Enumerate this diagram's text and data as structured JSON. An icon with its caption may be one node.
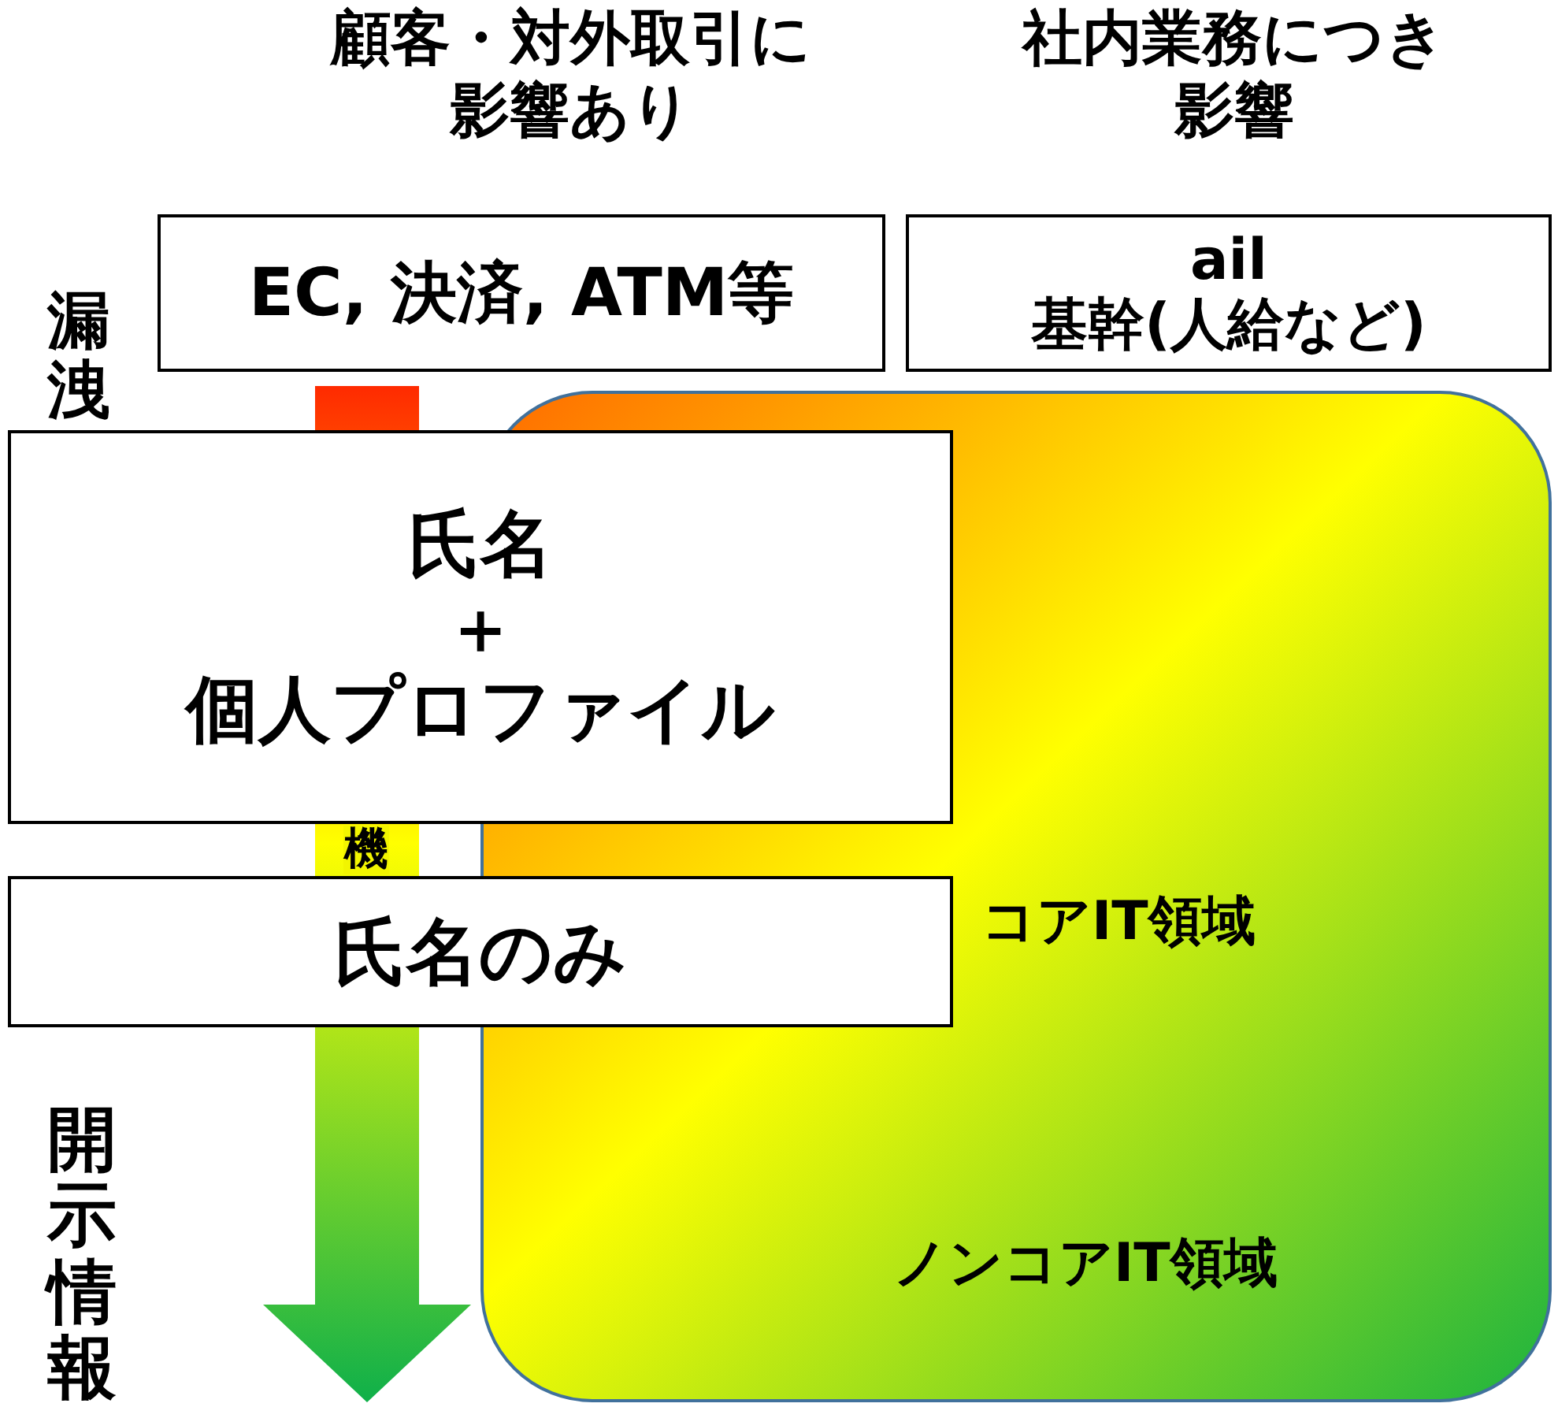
{
  "diagram": {
    "nodes": [
      {
        "text": [
          "EC, 決済, ATM等"
        ]
      },
      {
        "text": [
          "ail",
          "基幹(人給など)"
        ]
      },
      {
        "text": [
          "氏名",
          "＋",
          "個人プロファイル"
        ]
      },
      {
        "text": [
          "コアIT領域",
          "ノンコアIT領域"
        ]
      },
      {
        "text": [
          "氏名のみ"
        ]
      }
    ],
    "labels": [
      "顧客・対外取引に影響あり",
      "社内業務につき影響",
      "漏洩",
      "機",
      "開示情報"
    ]
  }
}
